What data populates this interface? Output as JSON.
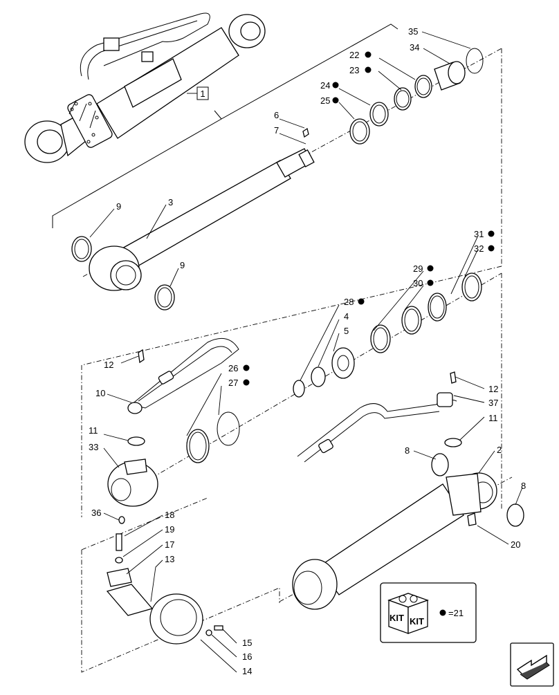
{
  "callouts": [
    {
      "id": "c1",
      "text": "1"
    },
    {
      "id": "c35",
      "text": "35"
    },
    {
      "id": "c34",
      "text": "34"
    },
    {
      "id": "c22",
      "text": "22"
    },
    {
      "id": "c23",
      "text": "23"
    },
    {
      "id": "c24",
      "text": "24"
    },
    {
      "id": "c25",
      "text": "25"
    },
    {
      "id": "c6",
      "text": "6"
    },
    {
      "id": "c7",
      "text": "7"
    },
    {
      "id": "c9a",
      "text": "9"
    },
    {
      "id": "c3",
      "text": "3"
    },
    {
      "id": "c9b",
      "text": "9"
    },
    {
      "id": "c31",
      "text": "31"
    },
    {
      "id": "c32",
      "text": "32"
    },
    {
      "id": "c29",
      "text": "29"
    },
    {
      "id": "c30",
      "text": "30"
    },
    {
      "id": "c28",
      "text": "28"
    },
    {
      "id": "c4",
      "text": "4"
    },
    {
      "id": "c5",
      "text": "5"
    },
    {
      "id": "c12a",
      "text": "12"
    },
    {
      "id": "c26",
      "text": "26"
    },
    {
      "id": "c27",
      "text": "27"
    },
    {
      "id": "c10",
      "text": "10"
    },
    {
      "id": "c12b",
      "text": "12"
    },
    {
      "id": "c37",
      "text": "37"
    },
    {
      "id": "c11a",
      "text": "11"
    },
    {
      "id": "c11b",
      "text": "11"
    },
    {
      "id": "c33",
      "text": "33"
    },
    {
      "id": "c8a",
      "text": "8"
    },
    {
      "id": "c2",
      "text": "2"
    },
    {
      "id": "c8b",
      "text": "8"
    },
    {
      "id": "c36",
      "text": "36"
    },
    {
      "id": "c18",
      "text": "18"
    },
    {
      "id": "c19",
      "text": "19"
    },
    {
      "id": "c17",
      "text": "17"
    },
    {
      "id": "c13",
      "text": "13"
    },
    {
      "id": "c20",
      "text": "20"
    },
    {
      "id": "c15",
      "text": "15"
    },
    {
      "id": "c16",
      "text": "16"
    },
    {
      "id": "c14",
      "text": "14"
    }
  ],
  "kit_legend": {
    "box_label_left": "KIT",
    "box_label_right": "KIT",
    "equals_text": "=21"
  },
  "nav": {
    "icon": "arrow-left-down-icon"
  }
}
